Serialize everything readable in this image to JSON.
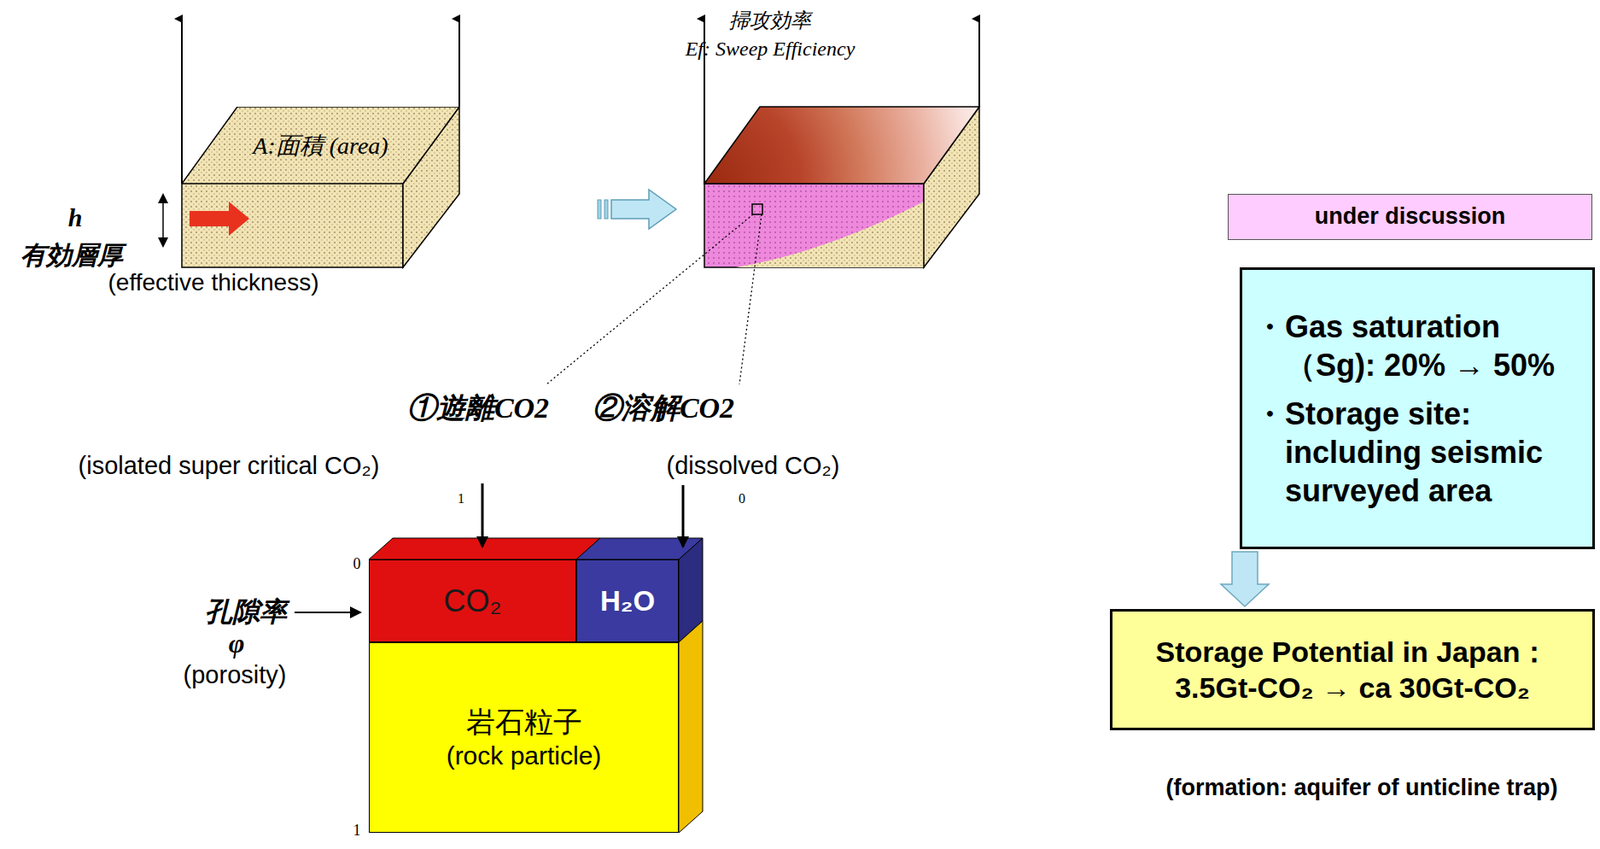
{
  "diagram": {
    "nodes": [
      {
        "text": [
          "A:面積 (area)"
        ]
      },
      {
        "text": [
          "CO₂"
        ]
      },
      {
        "text": [
          "H₂O"
        ]
      },
      {
        "text": [
          "岩石粒子",
          "(rock particle)"
        ]
      },
      {
        "text": [
          "under discussion"
        ]
      },
      {
        "text": [
          "・Gas saturation（Sg): 20% → 50%",
          "・Storage site: including seismic surveyed area"
        ]
      },
      {
        "text": [
          "Storage Potential in Japan： 3.5Gt-CO₂ → ca 30Gt-CO₂"
        ]
      }
    ],
    "edges": [
      {
        "from": 5,
        "to": 6,
        "arrow": "to"
      }
    ],
    "labels": [
      "掃攻効率",
      "Ef: Sweep Efficiency",
      "h",
      "有効層厚",
      "(effective thickness)",
      "①遊離CO2",
      "②溶解CO2",
      "(isolated super critical CO₂)",
      "(dissolved CO₂)",
      "孔隙率",
      "φ",
      "(porosity)",
      "0",
      "1",
      "1",
      "0",
      "(formation: aquifer of unticline trap)"
    ]
  }
}
